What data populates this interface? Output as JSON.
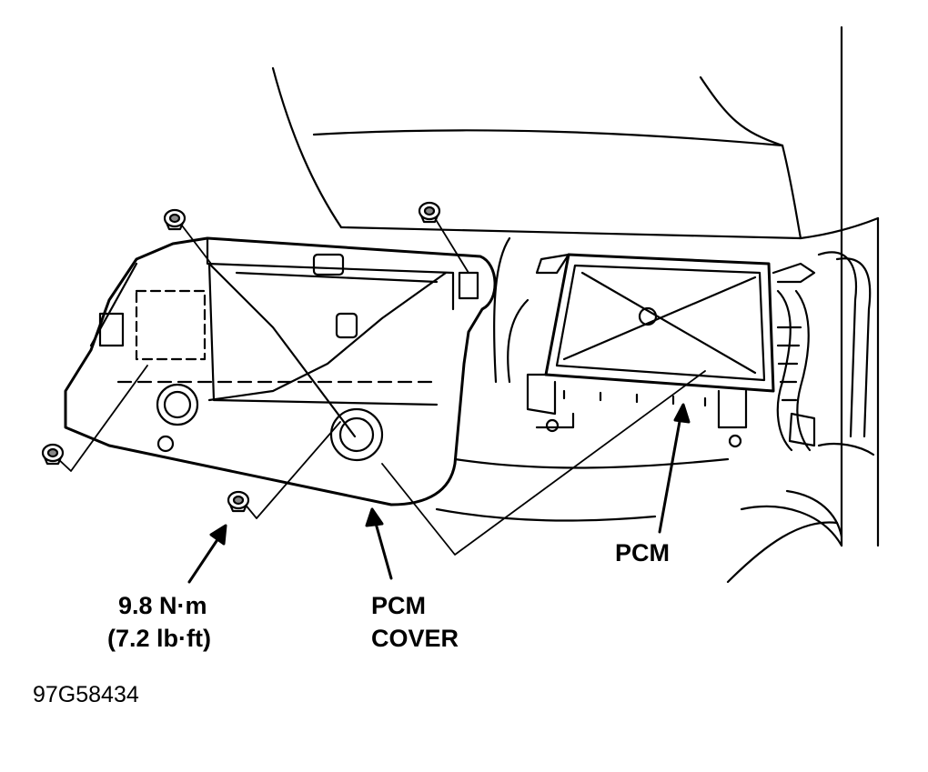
{
  "labels": {
    "torque_metric": "9.8 N·m",
    "torque_imperial": "(7.2 lb·ft)",
    "cover_line1": "PCM",
    "cover_line2": "COVER",
    "pcm": "PCM"
  },
  "figure_id": "97G58434",
  "colors": {
    "ink": "#000000",
    "paper": "#ffffff"
  }
}
